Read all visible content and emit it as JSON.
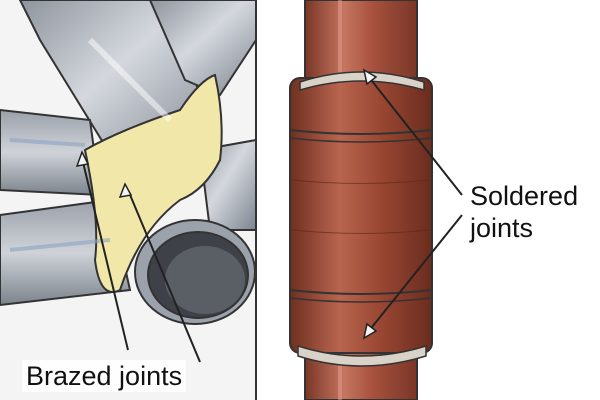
{
  "labels": {
    "brazed": "Brazed joints",
    "soldered_line1": "Soldered",
    "soldered_line2": "joints"
  },
  "colors": {
    "steel": "#b9bfc8",
    "steel_dark": "#6f7680",
    "brass": "#f1e7a8",
    "copper": "#a8523f",
    "copper_dark": "#7a3626",
    "copper_light": "#c7765f",
    "solder": "#d8d2c8"
  }
}
